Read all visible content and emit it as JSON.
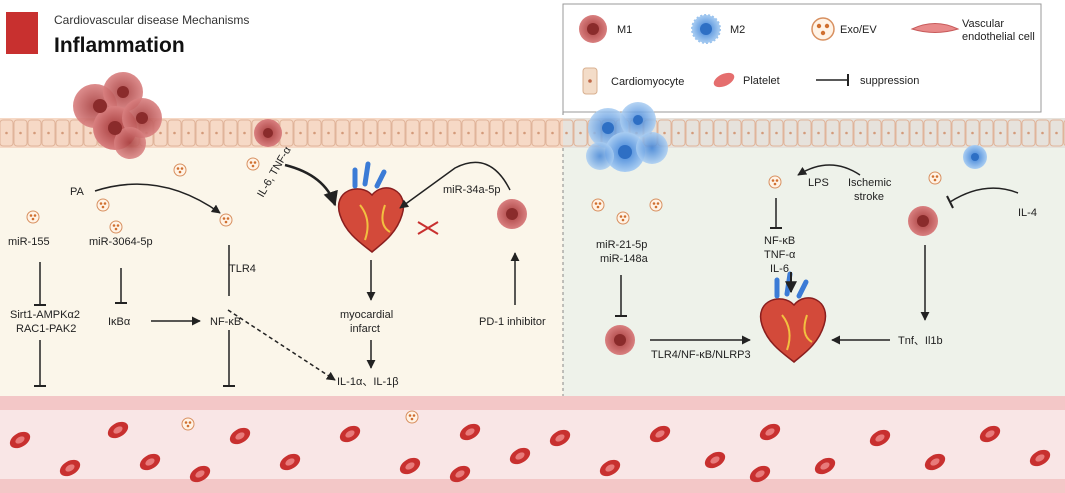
{
  "header": {
    "subtitle": "Cardiovascular disease Mechanisms",
    "title": "Inflammation",
    "accent_color": "#c8302f"
  },
  "legend": {
    "m1": "M1",
    "m2": "M2",
    "exo": "Exo/EV",
    "endothelial": "Vascular endothelial cell",
    "cardiomyocyte": "Cardiomyocyte",
    "platelet": "Platelet",
    "suppression": "suppression"
  },
  "left_panel": {
    "pa": "PA",
    "il6_tnf": "IL-6, TNF-α",
    "mir34a": "miR-34a-5p",
    "mir155": "miR-155",
    "mir3064": "miR-3064-5p",
    "tlr4": "TLR4",
    "sirt1": "Sirt1-AMPKα2",
    "rac1": "RAC1-PAK2",
    "ikba": "IκBα",
    "nfkb": "NF-κB",
    "mi_line1": "myocardial",
    "mi_line2": "infarct",
    "pd1": "PD-1 inhibitor",
    "il1": "IL-1α、IL-1β"
  },
  "right_panel": {
    "lps": "LPS",
    "ischemic_line1": "Ischemic",
    "ischemic_line2": "stroke",
    "il4": "IL-4",
    "mir21": "miR-21-5p",
    "mir148": "miR-148a",
    "nfkb": "NF-κB",
    "tnfa": "TNF-α",
    "il6": "IL-6",
    "pathway": "TLR4/NF-κB/NLRP3",
    "tnf_il1b": "Tnf、Il1b"
  },
  "colors": {
    "m1": "#c85a5a",
    "m2": "#6aa6e0",
    "exo": "#e8a070",
    "left_bg": "#fbf6ea",
    "right_bg": "#eef2ea",
    "tissue": "#f6d9c6",
    "vessel": "#f7d8d8",
    "rbc": "#c8302f"
  }
}
